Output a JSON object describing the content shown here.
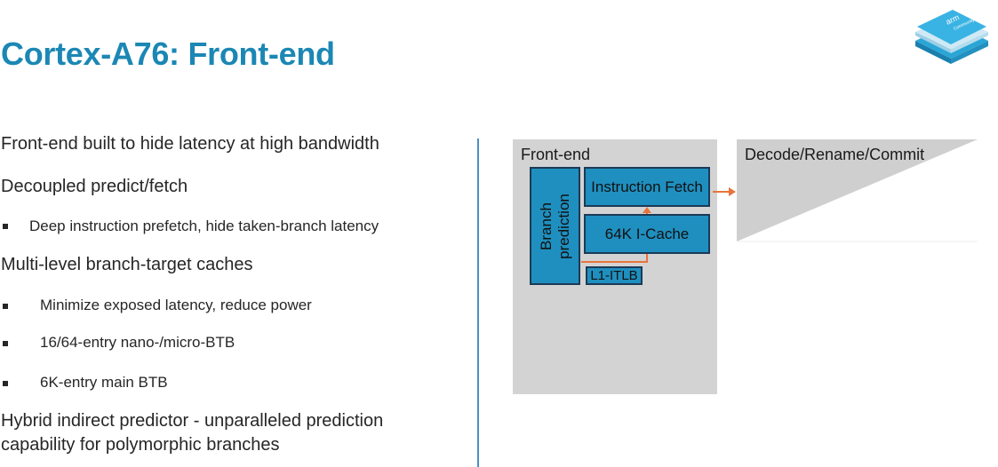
{
  "slide": {
    "title": "Cortex-A76: Front-end",
    "bullets": [
      "Front-end built to hide latency at high bandwidth",
      "Decoupled predict/fetch",
      "Deep instruction prefetch, hide taken-branch latency",
      "Multi-level branch-target caches",
      "Minimize exposed latency, reduce power",
      "16/64-entry nano-/micro-BTB",
      "6K-entry main BTB",
      "Hybrid indirect predictor - unparalleled prediction",
      "capability for polymorphic branches"
    ]
  },
  "diagram": {
    "frontend_label": "Front-end",
    "branch_prediction_line1": "Branch",
    "branch_prediction_line2": "prediction",
    "instruction_fetch": "Instruction Fetch",
    "icache": "64K I-Cache",
    "itlb": "L1-ITLB",
    "decode_label": "Decode/Rename/Commit"
  },
  "logo": {
    "text_top": "arm",
    "text_bottom": "Community"
  },
  "colors": {
    "title": "#1b87b4",
    "block_fill": "#1f8fbf",
    "block_border": "#1b3a57",
    "arrow": "#e8743b",
    "panel": "#d3d3d3",
    "divider": "#4a8fc4"
  }
}
